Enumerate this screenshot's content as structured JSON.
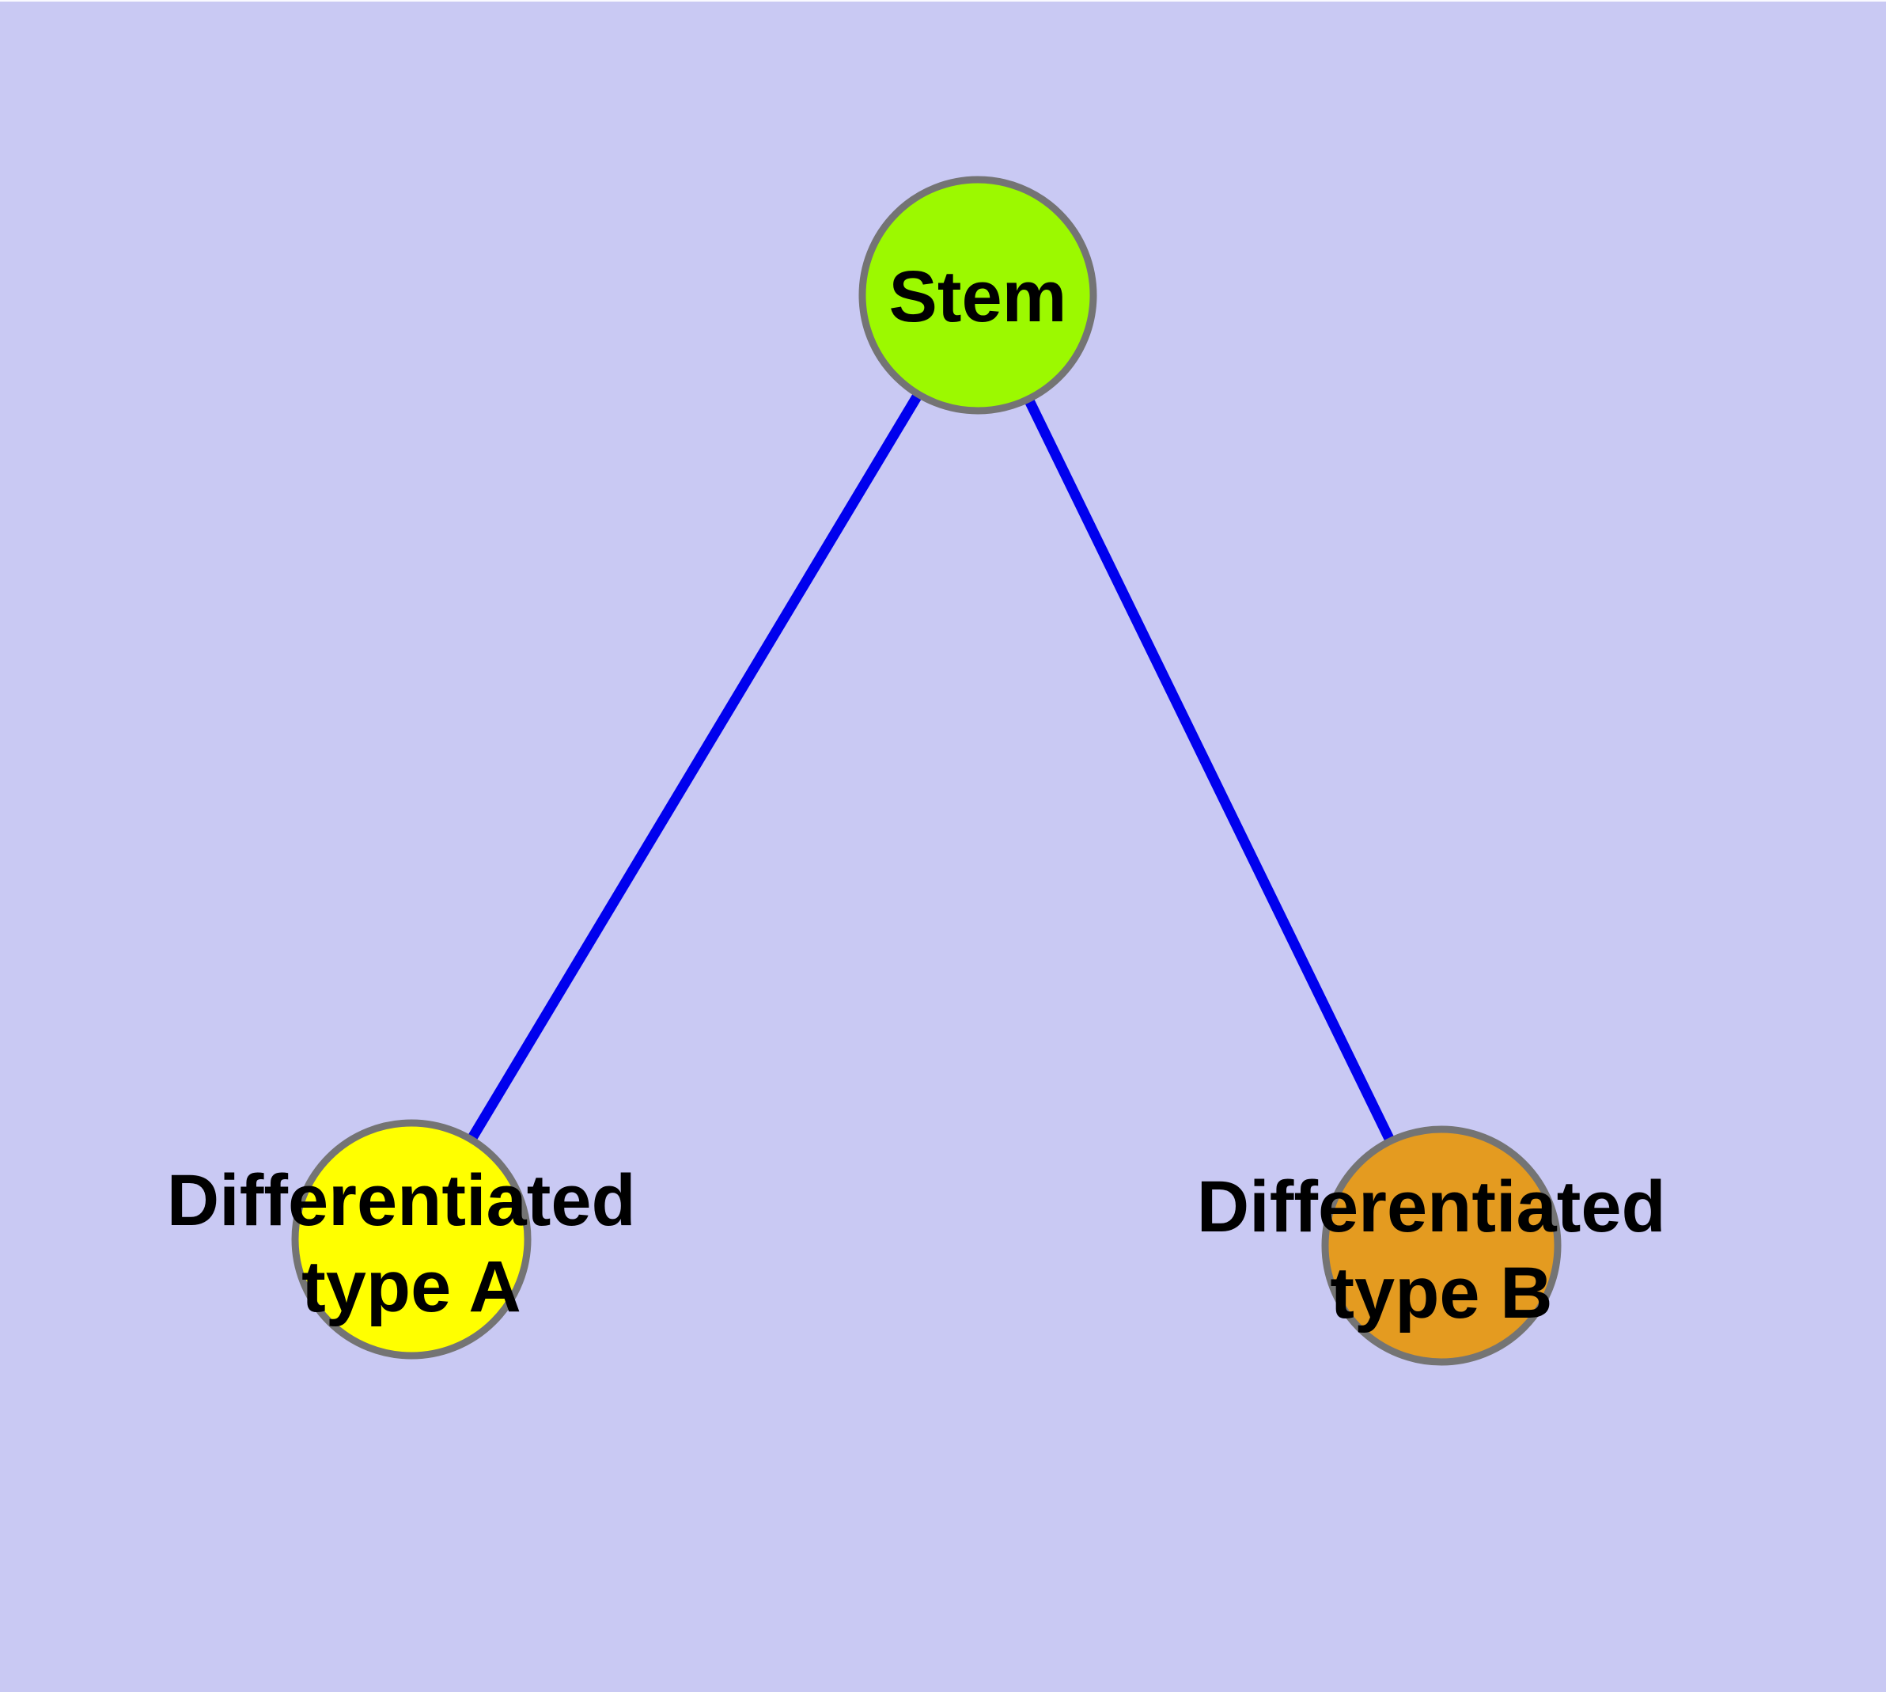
{
  "diagram": {
    "type": "node-link-graph",
    "background_color": "#C9C9F3",
    "top_edge_color": "#FAFAFF",
    "edge_color": "#0000EE",
    "node_border_color": "#747474",
    "text_color": "#000000",
    "nodes": [
      {
        "id": "stem",
        "label": "Stem",
        "fill": "#9CF900"
      },
      {
        "id": "differentiated-type-a",
        "label": "Differentiated type A",
        "line1": "Differentiated",
        "line2": "type A",
        "fill": "#FFFF00"
      },
      {
        "id": "differentiated-type-b",
        "label": "Differentiated type B",
        "line1": "Differentiated",
        "line2": "type B",
        "fill": "#E49B20"
      }
    ],
    "edges": [
      {
        "from": "Stem",
        "to": "Differentiated type A"
      },
      {
        "from": "Stem",
        "to": "Differentiated type B"
      }
    ]
  }
}
